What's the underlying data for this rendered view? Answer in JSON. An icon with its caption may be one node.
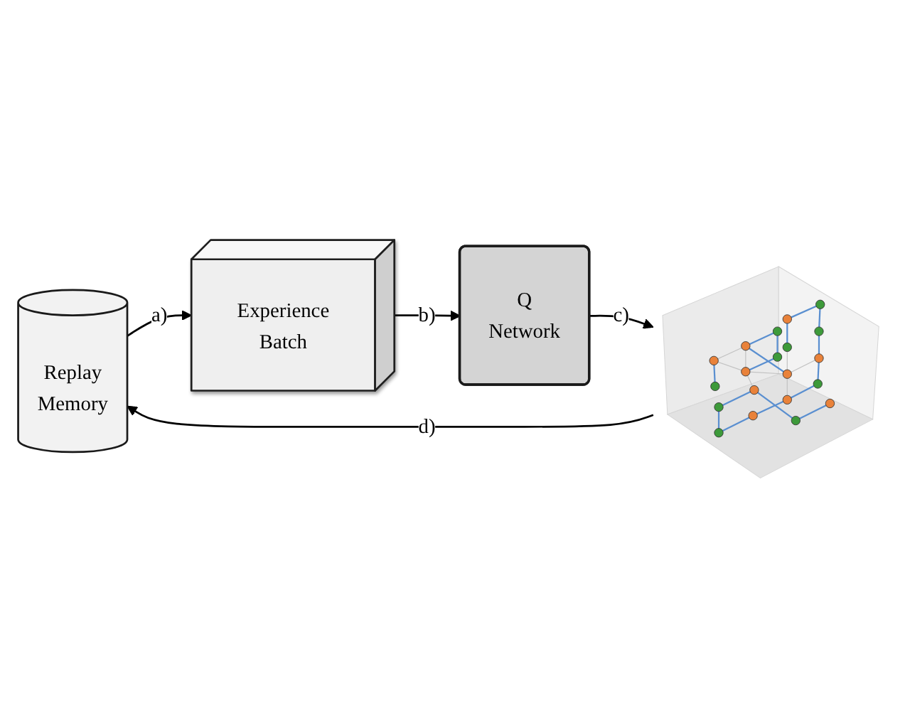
{
  "diagram": {
    "nodes": [
      {
        "text": [
          "Replay Memory"
        ]
      },
      {
        "text": [
          "Experience Batch"
        ]
      },
      {
        "text": [
          "Q Network"
        ]
      },
      {
        "text": [],
        "shape": "picture"
      }
    ],
    "edges": [
      {
        "from": 0,
        "to": 1,
        "arrow": "to",
        "label": "a)"
      },
      {
        "from": 1,
        "to": 2,
        "arrow": "to",
        "label": "b)"
      },
      {
        "from": 2,
        "to": 3,
        "arrow": "to",
        "label": "c)"
      },
      {
        "from": 3,
        "to": 0,
        "arrow": "to",
        "label": "d)"
      }
    ]
  }
}
